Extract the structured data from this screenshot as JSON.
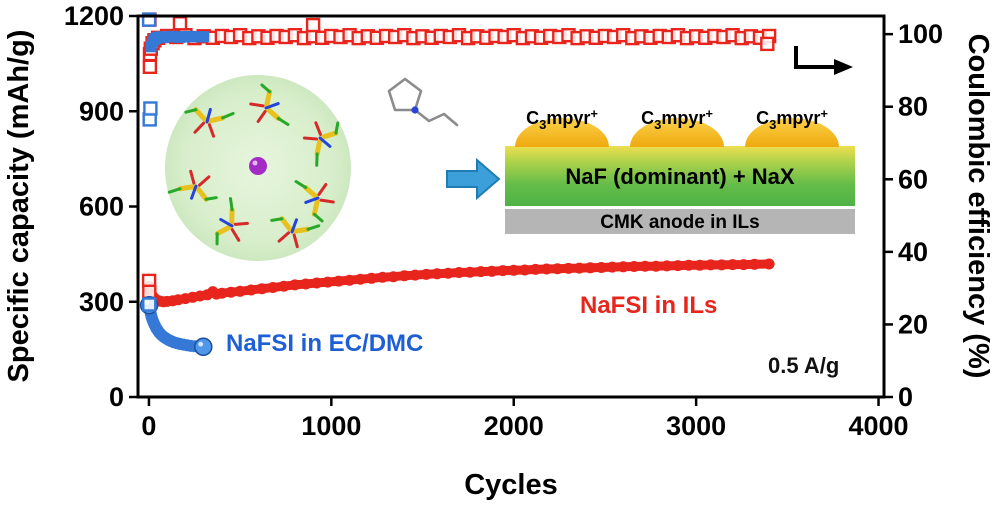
{
  "inset": {
    "dome_label": {
      "pre": "C",
      "sub": "3",
      "mid": "mpyr",
      "sup": "+"
    },
    "sei_label": "NaF (dominant) + NaX",
    "anode_label": "CMK anode in ILs",
    "colors": {
      "dome": "#f0ab10",
      "sei_green": "#5cb848",
      "anode_gray": "#b5b5b5",
      "arrow_blue": "#3d9fd9",
      "halo_green": "#d8eecb",
      "ion_purple": "#a32cc4"
    }
  },
  "chart_data": {
    "type": "scatter",
    "title": "",
    "xlabel": "Cycles",
    "ylabel_left": "Specific capacity (mAh/g)",
    "ylabel_right": "Coulombic efficiency (%)",
    "xlim": [
      -60,
      4030
    ],
    "ylim_left": [
      0,
      1200
    ],
    "ylim_right": [
      0,
      105
    ],
    "x_ticks": [
      0,
      1000,
      2000,
      3000,
      4000
    ],
    "y_ticks_left": [
      0,
      300,
      600,
      900,
      1200
    ],
    "y_ticks_right": [
      0,
      20,
      40,
      60,
      80,
      100
    ],
    "grid": false,
    "legend": "none",
    "annotations": {
      "ecdmc_label": "NaFSI in EC/DMC",
      "il_label": "NaFSI in ILs",
      "rate_label": "0.5 A/g"
    },
    "series": [
      {
        "id": "il-capacity",
        "name": "NaFSI in ILs - specific capacity",
        "axis": "left",
        "color": "#e8251d",
        "marker": "circle",
        "marker_size": 5.5,
        "line": true,
        "line_width": 9,
        "points": [
          [
            1,
            348
          ],
          [
            4,
            340
          ],
          [
            8,
            332
          ],
          [
            14,
            324
          ],
          [
            22,
            316
          ],
          [
            32,
            310
          ],
          [
            45,
            305
          ],
          [
            60,
            302
          ],
          [
            80,
            300
          ],
          [
            100,
            301
          ],
          [
            130,
            303
          ],
          [
            160,
            306
          ],
          [
            200,
            310
          ],
          [
            240,
            314
          ],
          [
            280,
            318
          ],
          [
            320,
            322
          ],
          [
            350,
            332
          ],
          [
            370,
            324
          ],
          [
            400,
            327
          ],
          [
            450,
            330
          ],
          [
            500,
            333
          ],
          [
            560,
            337
          ],
          [
            620,
            341
          ],
          [
            680,
            345
          ],
          [
            740,
            349
          ],
          [
            800,
            353
          ],
          [
            860,
            356
          ],
          [
            920,
            359
          ],
          [
            980,
            362
          ],
          [
            1040,
            365
          ],
          [
            1100,
            368
          ],
          [
            1160,
            371
          ],
          [
            1220,
            374
          ],
          [
            1280,
            377
          ],
          [
            1340,
            379
          ],
          [
            1400,
            382
          ],
          [
            1460,
            384
          ],
          [
            1520,
            386
          ],
          [
            1580,
            388
          ],
          [
            1640,
            390
          ],
          [
            1700,
            392
          ],
          [
            1760,
            393
          ],
          [
            1820,
            395
          ],
          [
            1880,
            396
          ],
          [
            1940,
            398
          ],
          [
            2000,
            399
          ],
          [
            2060,
            400
          ],
          [
            2120,
            402
          ],
          [
            2180,
            403
          ],
          [
            2240,
            404
          ],
          [
            2300,
            405
          ],
          [
            2360,
            406
          ],
          [
            2420,
            407
          ],
          [
            2480,
            408
          ],
          [
            2540,
            409
          ],
          [
            2600,
            410
          ],
          [
            2660,
            411
          ],
          [
            2720,
            412
          ],
          [
            2780,
            412
          ],
          [
            2840,
            413
          ],
          [
            2900,
            414
          ],
          [
            2960,
            415
          ],
          [
            3020,
            415
          ],
          [
            3080,
            416
          ],
          [
            3140,
            416
          ],
          [
            3200,
            417
          ],
          [
            3260,
            417
          ],
          [
            3320,
            418
          ],
          [
            3400,
            419
          ]
        ]
      },
      {
        "id": "il-efficiency",
        "name": "NaFSI in ILs - coulombic efficiency",
        "axis": "right",
        "color": "#e8251d",
        "marker": "open-square",
        "marker_size": 12,
        "line": false,
        "points": [
          [
            1,
            32
          ],
          [
            2,
            29
          ],
          [
            3,
            104
          ],
          [
            5,
            91
          ],
          [
            6,
            94.5
          ],
          [
            10,
            96
          ],
          [
            20,
            97.5
          ],
          [
            30,
            98.3
          ],
          [
            50,
            99.0
          ],
          [
            100,
            99.5
          ],
          [
            150,
            99.2
          ],
          [
            200,
            99.7
          ],
          [
            250,
            98.9
          ],
          [
            300,
            99.4
          ],
          [
            350,
            99.0
          ],
          [
            400,
            99.5
          ],
          [
            450,
            99.2
          ],
          [
            500,
            99.7
          ],
          [
            550,
            98.9
          ],
          [
            600,
            99.4
          ],
          [
            650,
            99.0
          ],
          [
            700,
            99.5
          ],
          [
            750,
            99.2
          ],
          [
            800,
            99.7
          ],
          [
            850,
            98.9
          ],
          [
            900,
            99.4
          ],
          [
            950,
            99.0
          ],
          [
            1000,
            99.5
          ],
          [
            1050,
            99.2
          ],
          [
            1100,
            99.7
          ],
          [
            1150,
            98.9
          ],
          [
            1200,
            99.4
          ],
          [
            1250,
            99.0
          ],
          [
            1300,
            99.5
          ],
          [
            1350,
            99.2
          ],
          [
            1400,
            99.7
          ],
          [
            1450,
            98.9
          ],
          [
            1500,
            99.4
          ],
          [
            1550,
            99.0
          ],
          [
            1600,
            99.5
          ],
          [
            1650,
            99.2
          ],
          [
            1700,
            99.7
          ],
          [
            1750,
            98.9
          ],
          [
            1800,
            99.4
          ],
          [
            1850,
            99.0
          ],
          [
            1900,
            99.5
          ],
          [
            1950,
            99.2
          ],
          [
            2000,
            99.7
          ],
          [
            2050,
            98.9
          ],
          [
            2100,
            99.4
          ],
          [
            2150,
            99.0
          ],
          [
            2200,
            99.5
          ],
          [
            2250,
            99.2
          ],
          [
            2300,
            99.7
          ],
          [
            2350,
            98.9
          ],
          [
            2400,
            99.4
          ],
          [
            2450,
            99.0
          ],
          [
            2500,
            99.5
          ],
          [
            2550,
            99.2
          ],
          [
            2600,
            99.7
          ],
          [
            2650,
            98.9
          ],
          [
            2700,
            99.4
          ],
          [
            2750,
            99.0
          ],
          [
            2800,
            99.5
          ],
          [
            2850,
            99.2
          ],
          [
            2900,
            99.7
          ],
          [
            2950,
            98.9
          ],
          [
            3000,
            99.4
          ],
          [
            3050,
            99.0
          ],
          [
            3100,
            99.5
          ],
          [
            3150,
            99.2
          ],
          [
            3200,
            99.7
          ],
          [
            3250,
            98.9
          ],
          [
            3300,
            99.4
          ],
          [
            3350,
            99.0
          ],
          [
            3400,
            99.5
          ],
          [
            170,
            103
          ],
          [
            900,
            102.5
          ],
          [
            3390,
            97.3
          ]
        ]
      },
      {
        "id": "ecdmc-capacity",
        "name": "NaFSI in EC/DMC - specific capacity",
        "axis": "left",
        "color": "#3578d6",
        "marker": "circle",
        "marker_size": 6,
        "line": true,
        "line_width": 10,
        "end_caps": true,
        "points": [
          [
            1,
            289
          ],
          [
            3,
            281
          ],
          [
            6,
            272
          ],
          [
            10,
            262
          ],
          [
            14,
            253
          ],
          [
            19,
            244
          ],
          [
            25,
            235
          ],
          [
            32,
            226
          ],
          [
            40,
            217
          ],
          [
            49,
            209
          ],
          [
            58,
            202
          ],
          [
            68,
            196
          ],
          [
            80,
            190
          ],
          [
            93,
            185
          ],
          [
            107,
            180
          ],
          [
            122,
            176
          ],
          [
            138,
            172
          ],
          [
            155,
            169
          ],
          [
            172,
            167
          ],
          [
            190,
            165
          ],
          [
            210,
            163
          ],
          [
            230,
            161
          ],
          [
            252,
            160
          ],
          [
            275,
            159
          ],
          [
            298,
            158
          ]
        ]
      },
      {
        "id": "ecdmc-efficiency",
        "name": "NaFSI in EC/DMC - coulombic efficiency",
        "axis": "right",
        "color": "#3578d6",
        "marker": "filled-square",
        "marker_size": 11,
        "line": false,
        "points": [
          [
            12,
            96.5
          ],
          [
            20,
            97.8
          ],
          [
            28,
            98.4
          ],
          [
            36,
            98.8
          ],
          [
            45,
            99.0
          ],
          [
            55,
            99.2
          ],
          [
            65,
            99.0
          ],
          [
            75,
            99.3
          ],
          [
            85,
            99.1
          ],
          [
            95,
            99.3
          ],
          [
            110,
            99.2
          ],
          [
            125,
            99.4
          ],
          [
            140,
            99.2
          ],
          [
            155,
            99.3
          ],
          [
            170,
            99.1
          ],
          [
            185,
            99.3
          ],
          [
            200,
            99.2
          ],
          [
            215,
            99.4
          ],
          [
            230,
            99.2
          ],
          [
            245,
            99.3
          ],
          [
            260,
            99.2
          ],
          [
            275,
            99.3
          ],
          [
            290,
            99.2
          ],
          [
            300,
            99.3
          ]
        ]
      },
      {
        "id": "ecdmc-efficiency-early",
        "name": "NaFSI in EC/DMC - early efficiency",
        "axis": "right",
        "color": "#3578d6",
        "marker": "open-square",
        "marker_size": 12,
        "line": false,
        "points": [
          [
            1,
            104
          ],
          [
            2,
            25.5
          ],
          [
            4,
            76.5
          ],
          [
            8,
            79.5
          ]
        ]
      }
    ]
  }
}
